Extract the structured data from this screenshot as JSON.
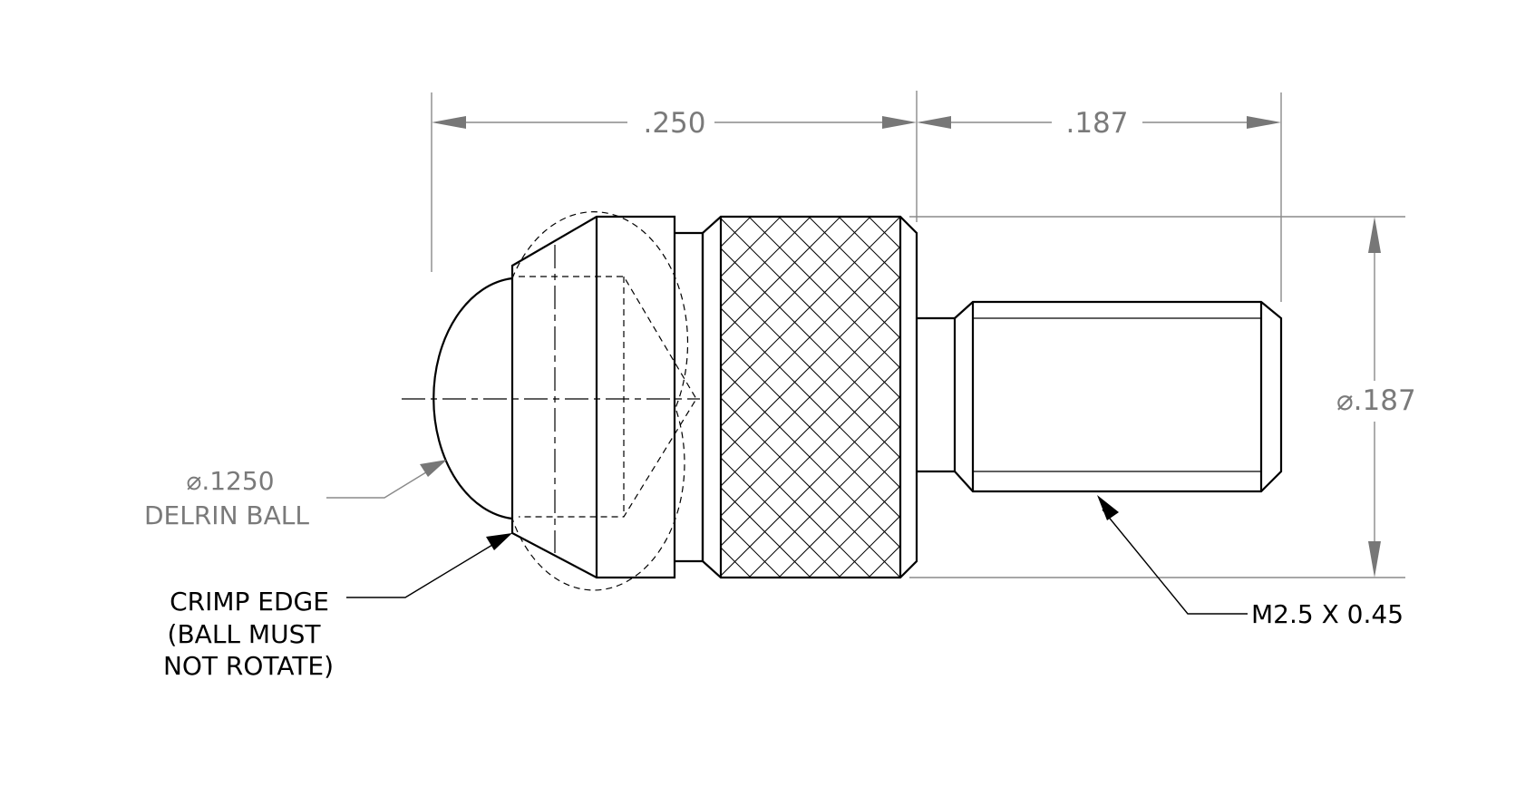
{
  "dimensions": {
    "left_width": ".250",
    "right_width": ".187",
    "height_diameter_symbol": "⌀",
    "height_diameter": ".187"
  },
  "ball_callout": {
    "diameter_symbol": "⌀",
    "diameter": ".1250",
    "material": "DELRIN BALL"
  },
  "crimp_note": {
    "line1": "CRIMP EDGE",
    "line2": "(BALL MUST",
    "line3": "NOT ROTATE)"
  },
  "thread_note": {
    "text": "M2.5 X 0.45"
  },
  "colors": {
    "outline": "#000000",
    "dimension": "#8a8a8a",
    "dimension_text": "#7a7a7a"
  }
}
